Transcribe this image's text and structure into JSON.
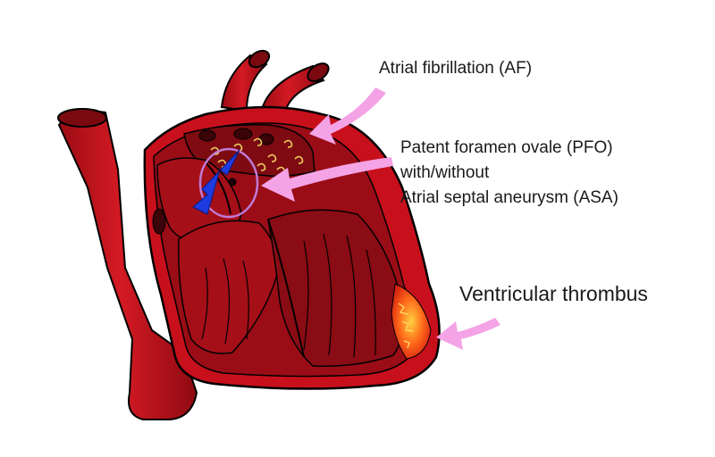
{
  "annotations": {
    "af": "Atrial fibrillation (AF)",
    "pfo_line1": "Patent foramen ovale (PFO)",
    "pfo_line2": "with/without",
    "pfo_line3": "Atrial septal aneurysm (ASA)",
    "ventricular": "Ventricular thrombus"
  },
  "colors": {
    "heart": "#c8101c",
    "heart_dark": "#8e0a12",
    "pointer_arrows": "#f4a3e6",
    "pfo_circle": "#c07ad6",
    "shunt_arrow": "#1d3be0",
    "thrombus": "#ff6a1a",
    "clot_squiggles": "#f0d060"
  },
  "icons": [
    "af-pointer-arrow",
    "pfo-pointer-arrow",
    "thrombus-pointer-arrow",
    "shunt-arrow"
  ]
}
